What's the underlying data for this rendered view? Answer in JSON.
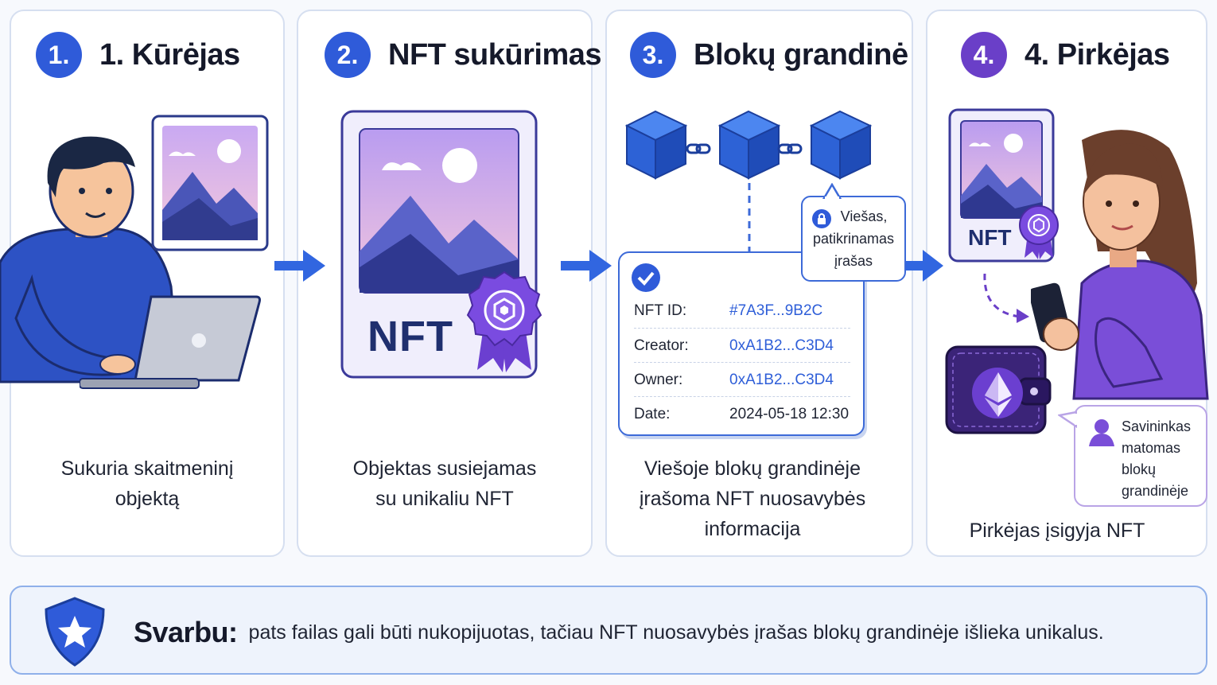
{
  "steps": [
    {
      "number": "1.",
      "title": "1. Kūrėjas",
      "caption_lines": [
        "Sukuria skaitmeninį",
        "objektą"
      ],
      "color": "#2f5bd9"
    },
    {
      "number": "2.",
      "title": "NFT sukūrimas",
      "caption_lines": [
        "Objektas susiejamas",
        "su unikaliu NFT"
      ],
      "color": "#2f5bd9"
    },
    {
      "number": "3.",
      "title": "Blokų grandinė",
      "caption_lines": [
        "Viešoje blokų grandinėje",
        "įrašoma NFT nuosavybės",
        "informacija"
      ],
      "color": "#2f5bd9"
    },
    {
      "number": "4.",
      "title": "4. Pirkėjas",
      "caption_lines": [
        "Pirkėjas įsigyja NFT"
      ],
      "color": "#6a3fc8"
    }
  ],
  "nft_card": {
    "label": "NFT"
  },
  "buyer_card": {
    "label": "NFT"
  },
  "ledger": {
    "rows": [
      {
        "label": "NFT ID:",
        "value": "#7A3F...9B2C"
      },
      {
        "label": "Creator:",
        "value": "0xA1B2...C3D4"
      },
      {
        "label": "Owner:",
        "value": "0xA1B2...C3D4"
      },
      {
        "label": "Date:",
        "value": "2024-05-18 12:30"
      }
    ]
  },
  "public_bubble": {
    "lines": [
      "Viešas,",
      "patikrinamas",
      "įrašas"
    ]
  },
  "owner_bubble": {
    "lines": [
      "Savininkas",
      "matomas",
      "blokų",
      "grandinėje"
    ]
  },
  "note": {
    "title": "Svarbu:",
    "text": "pats failas gali būti nukopijuotas, tačiau NFT nuosavybės įrašas blokų grandinėje išlieka unikalus."
  },
  "colors": {
    "accent_blue": "#2f5bd9",
    "accent_purple": "#6a3fc8",
    "panel_border": "#d6dff0"
  },
  "icons": [
    "person-creator-icon",
    "laptop-icon",
    "image-icon",
    "nft-badge-icon",
    "blockchain-cubes-icon",
    "lock-icon",
    "check-icon",
    "buyer-person-icon",
    "phone-icon",
    "wallet-icon",
    "ethereum-icon",
    "user-icon",
    "shield-star-icon",
    "arrow-right-icon"
  ]
}
